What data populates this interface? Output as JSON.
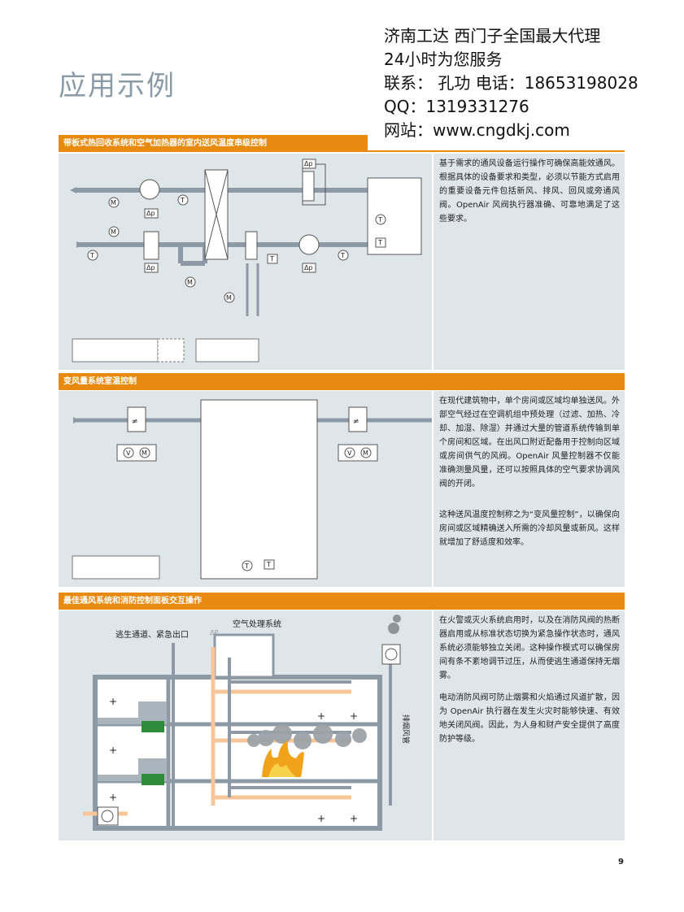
{
  "page_title": "应用示例",
  "contact": {
    "line1": "济南工达 西门子全国最大代理",
    "line2": "24小时为您服务",
    "line3": "联系： 孔功 电话：18653198028",
    "line4": "QQ：1319331276",
    "line5": "网站：www.cngdkj.com"
  },
  "sections": [
    {
      "header": "带板式热回收系统和空气加热器的室内送风温度串级控制",
      "text": "基于需求的通风设备运行操作可确保高能效通风。根据具体的设备要求和类型，必须以节能方式启用的重要设备元件包括新风、排风、回风或旁通风阀。OpenAir 风阀执行器准确、可靠地满足了这些要求。"
    },
    {
      "header": "变风量系统室温控制",
      "text1": "在现代建筑物中，单个房间或区域均单独送风。外部空气经过在空调机组中预处理（过滤、加热、冷却、加湿、除湿）并通过大量的管道系统传输到单个房间和区域。在出风口附近配备用于控制向区域或房间供气的风阀。OpenAir 风量控制器不仅能准确测量风量，还可以按照具体的空气要求协调风阀的开闭。",
      "text2": "这种送风温度控制称之为“变风量控制”，以确保向房间或区域精确送入所需的冷却风量或新风。这样就增加了舒适度和效率。"
    },
    {
      "header": "最佳通风系统和消防控制面板交互操作",
      "text1": "在火警或灭火系统启用时，以及在消防风阀的热断器启用或从标准状态切换为紧急操作状态时，通风系统必须能够独立关闭。这种操作模式可以确保房间有条不紊地调节过压，从而使逃生通道保持无烟雾。",
      "text2": "电动消防风阀可防止烟雾和火焰通过风道扩散，因为 OpenAir 执行器在发生火灾时能够快速、有效地关闭风阀。因此，为人身和财产安全提供了高度防护等级。",
      "diagram_labels": {
        "escape": "逃生通道、紧急出口",
        "ahu": "空气处理系统",
        "smoke_exhaust": "排烟风管",
        "dp": "ΔP"
      }
    }
  ],
  "diagram_symbols": {
    "dp": "Δp",
    "temp": "T",
    "motor": "M",
    "volume": "V",
    "neq": "≠"
  },
  "page_number": "9"
}
